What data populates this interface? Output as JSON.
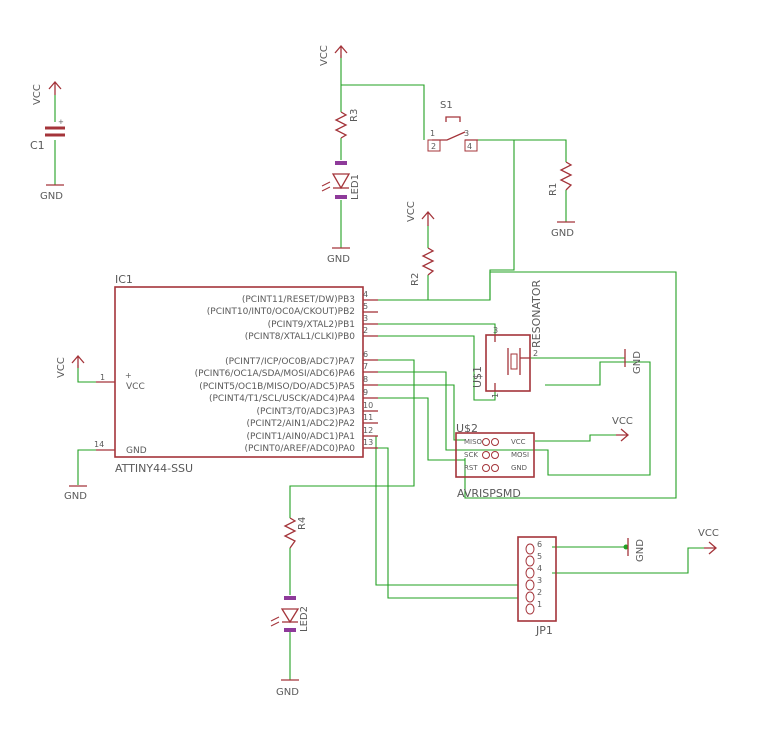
{
  "power": {
    "vcc": "VCC",
    "gnd": "GND"
  },
  "c1": {
    "name": "C1",
    "plus": "+"
  },
  "r3": {
    "name": "R3"
  },
  "r1": {
    "name": "R1"
  },
  "r2": {
    "name": "R2"
  },
  "r4": {
    "name": "R4"
  },
  "led1": {
    "name": "LED1"
  },
  "led2": {
    "name": "LED2"
  },
  "s1": {
    "name": "S1",
    "pins": [
      "1",
      "2",
      "3",
      "4"
    ]
  },
  "ic1": {
    "name": "IC1",
    "part": "ATTINY44-SSU",
    "left_pins": [
      {
        "num": "1",
        "label": "VCC"
      },
      {
        "num": "14",
        "label": "GND"
      }
    ],
    "plus": "+",
    "right_pins": [
      {
        "num": "4",
        "label": "(PCINT11/RESET/DW)PB3"
      },
      {
        "num": "5",
        "label": "(PCINT10/INT0/OC0A/CKOUT)PB2"
      },
      {
        "num": "3",
        "label": "(PCINT9/XTAL2)PB1"
      },
      {
        "num": "2",
        "label": "(PCINT8/XTAL1/CLKI)PB0"
      },
      {
        "num": "6",
        "label": "(PCINT7/ICP/OC0B/ADC7)PA7"
      },
      {
        "num": "7",
        "label": "(PCINT6/OC1A/SDA/MOSI/ADC6)PA6"
      },
      {
        "num": "8",
        "label": "(PCINT5/OC1B/MISO/DO/ADC5)PA5"
      },
      {
        "num": "9",
        "label": "(PCINT4/T1/SCL/USCK/ADC4)PA4"
      },
      {
        "num": "10",
        "label": "(PCINT3/T0/ADC3)PA3"
      },
      {
        "num": "11",
        "label": "(PCINT2/AIN1/ADC2)PA2"
      },
      {
        "num": "12",
        "label": "(PCINT1/AIN0/ADC1)PA1"
      },
      {
        "num": "13",
        "label": "(PCINT0/AREF/ADC0)PA0"
      }
    ]
  },
  "u1": {
    "name": "U$1",
    "value": "RESONATOR",
    "pins": [
      "3",
      "2",
      "1"
    ]
  },
  "u2": {
    "name": "U$2",
    "value": "AVRISPSMD",
    "left_pins": [
      "MISO",
      "SCK",
      "RST"
    ],
    "right_pins": [
      "VCC",
      "MOSI",
      "GND"
    ]
  },
  "jp1": {
    "name": "JP1",
    "pins": [
      "6",
      "5",
      "4",
      "3",
      "2",
      "1"
    ]
  }
}
